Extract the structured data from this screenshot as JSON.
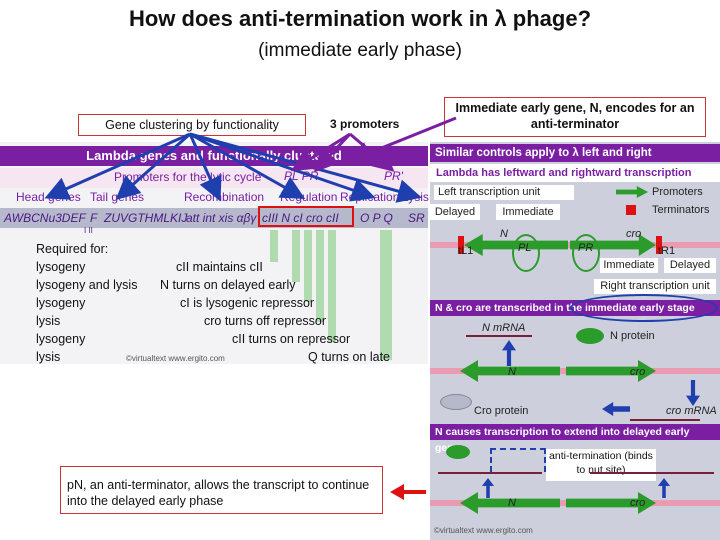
{
  "title": "How does anti-termination work in λ phage?",
  "subtitle": "(immediate early phase)",
  "callouts": {
    "gene_clustering": "Gene clustering by functionality",
    "three_promoters": "3 promoters",
    "immediate_early": "Immediate early gene, N, encodes for an anti-terminator",
    "pN": "pN, an anti-terminator, allows the transcript to continue into the delayed early phase",
    "antitermination": "anti-termination (binds to nut site)"
  },
  "left": {
    "header": "Lambda genes and functionally clustered",
    "promoters_label": "Promoters for the lytic cycle",
    "pl_pr": "PL PR",
    "pr_prime": "PR'",
    "groups": [
      "Head genes",
      "Tail genes",
      "Recombination",
      "Regulation",
      "Replication",
      "Lysis"
    ],
    "genes_a": "AWBCNu3DEF",
    "genes_b": "F",
    "genes_sub": "I  II",
    "genes_c": "ZUVGTHMLKIJ",
    "genes_d": "att int xis αβγ",
    "genes_e": "cIII N cI cro cII",
    "genes_f": "O P Q",
    "genes_g": "SR",
    "required": "Required for:",
    "rows": [
      {
        "left": "lysogeny",
        "right": "cII maintains cII"
      },
      {
        "left": "lysogeny and lysis",
        "right": "N turns on delayed early"
      },
      {
        "left": "lysogeny",
        "right": "cI is lysogenic repressor"
      },
      {
        "left": "lysis",
        "right": "cro turns off repressor"
      },
      {
        "left": "lysogeny",
        "right": "cII turns on repressor"
      },
      {
        "left": "lysis",
        "right": "Q turns on late"
      }
    ],
    "copyright": "©virtualtext  www.ergito.com"
  },
  "right": {
    "header1": "Similar controls apply to λ left and right transcription",
    "lambda_units": "Lambda has leftward and rightward transcription units",
    "left_unit": "Left transcription unit",
    "promoters": "Promoters",
    "terminators": "Terminators",
    "delayed": "Delayed",
    "immediate": "Immediate",
    "N": "N",
    "cro": "cro",
    "tL1": "tL1",
    "PL": "PL",
    "PR": "PR",
    "tR1": "tR1",
    "immediate2": "Immediate",
    "delayed2": "Delayed",
    "right_unit": "Right transcription unit",
    "bar2": "N & cro are transcribed in the immediate early stage",
    "n_mrna": "N mRNA",
    "n_protein": "N protein",
    "N2": "N",
    "cro2": "cro",
    "cro_protein": "Cro protein",
    "cro_mrna": "cro mRNA",
    "bar3": "N causes transcription to extend into delayed early genes",
    "N3": "N",
    "cro3": "cro",
    "copyright": "©virtualtext  www.ergito.com"
  },
  "colors": {
    "purple": "#7a1fa2",
    "red": "#d11",
    "green": "#2b9b2b",
    "blue": "#1f3fae"
  }
}
